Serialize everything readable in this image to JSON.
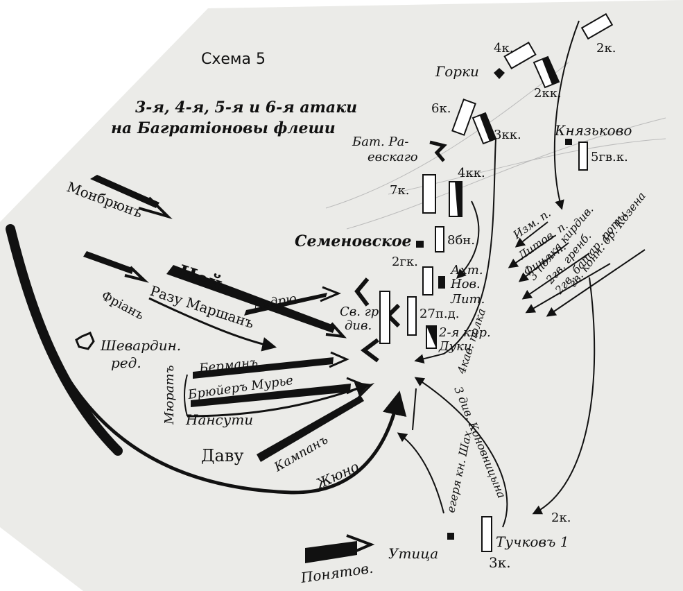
{
  "title": "Схема 5",
  "subtitle_line1": "3-я, 4-я, 5-я и 6-я атаки",
  "subtitle_line2": "на Багратіоновы флеши",
  "labels": {
    "gorki": "Горки",
    "knyazkovo": "Князьково",
    "semenovskoe": "Семеновское",
    "bat_raevskago_1": "Бат. Ра-",
    "bat_raevskago_2": "евскаго",
    "shevardino_1": "Шевардин.",
    "shevardino_2": "ред.",
    "utitsa": "Утица",
    "tuchkov": "Тучковъ 1"
  },
  "french_units": {
    "monbrun": "Монбрюнъ",
    "ney": "Ней",
    "razu_marshan": "Разу Маршанъ",
    "friant": "Фріанъ",
    "ledru": "Ледрю",
    "murat": "Мюратъ",
    "berman": "Берманъ",
    "bruyer_murie": "Брюйеръ Мурье",
    "nansuti": "Нансути",
    "davu": "Даву",
    "kampan": "Кампанъ",
    "junot": "Жюно",
    "poniatowski": "Понятов."
  },
  "russian_units": {
    "k4": "4к.",
    "k2_top": "2к.",
    "kk2": "2кк.",
    "k6": "6к.",
    "kk3": "3кк.",
    "k5gv": "5гв.к.",
    "k7": "7к.",
    "kk4": "4кк.",
    "bn8": "8бн.",
    "gk2": "2гк.",
    "akht": "Ахт.",
    "nov": "Нов.",
    "lit": "Лит.",
    "sv_gr_div_1": "Св. гр.",
    "sv_gr_div_2": "див.",
    "pd27": "27п.д.",
    "kir2": "2-я кир.",
    "duki": "Дуки",
    "kav4": "4кав. полка",
    "izm": "Изм. п.",
    "litov": "Литов. п.",
    "finl": "Финл. п.",
    "kir_div3": "3 полка кирдив.",
    "gren": "2гв. гренб.",
    "batar": "2гв. батар. роты",
    "kozen": "гв. конн. бр. Козена",
    "konovnitsyn": "3 див. Коновницына",
    "eger_shakh": "егеря кн. Шах.",
    "k2_bottom": "2к.",
    "k3_bottom": "3к."
  },
  "colors": {
    "ink": "#111111",
    "paper": "#ffffff",
    "sheet": "#ebebe8"
  }
}
